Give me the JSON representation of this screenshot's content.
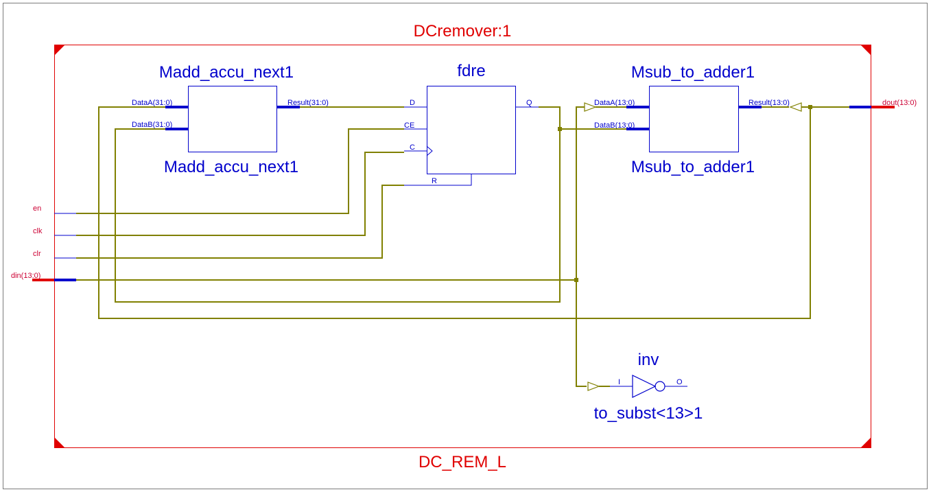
{
  "module": {
    "instance_label": "DCremover:1",
    "name_label": "DC_REM_L"
  },
  "blocks": {
    "madd": {
      "title_top": "Madd_accu_next1",
      "title_bottom": "Madd_accu_next1",
      "pins": {
        "data_a": "DataA(31:0)",
        "data_b": "DataB(31:0)",
        "result": "Result(31:0)"
      }
    },
    "fdre": {
      "title": "fdre",
      "pins": {
        "d": "D",
        "ce": "CE",
        "c": "C",
        "r": "R",
        "q": "Q"
      }
    },
    "msub": {
      "title_top": "Msub_to_adder1",
      "title_bottom": "Msub_to_adder1",
      "pins": {
        "data_a": "DataA(13:0)",
        "data_b": "DataB(13:0)",
        "result": "Result(13:0)"
      }
    },
    "inv": {
      "title": "inv",
      "instance": "to_subst<13>1",
      "pins": {
        "i": "I",
        "o": "O"
      }
    }
  },
  "ports": {
    "en": "en",
    "clk": "clk",
    "clr": "clr",
    "din": "din(13:0)",
    "dout": "dout(13:0)"
  },
  "colors": {
    "module": "#e00000",
    "block": "#0000cc",
    "wire": "#808000"
  }
}
